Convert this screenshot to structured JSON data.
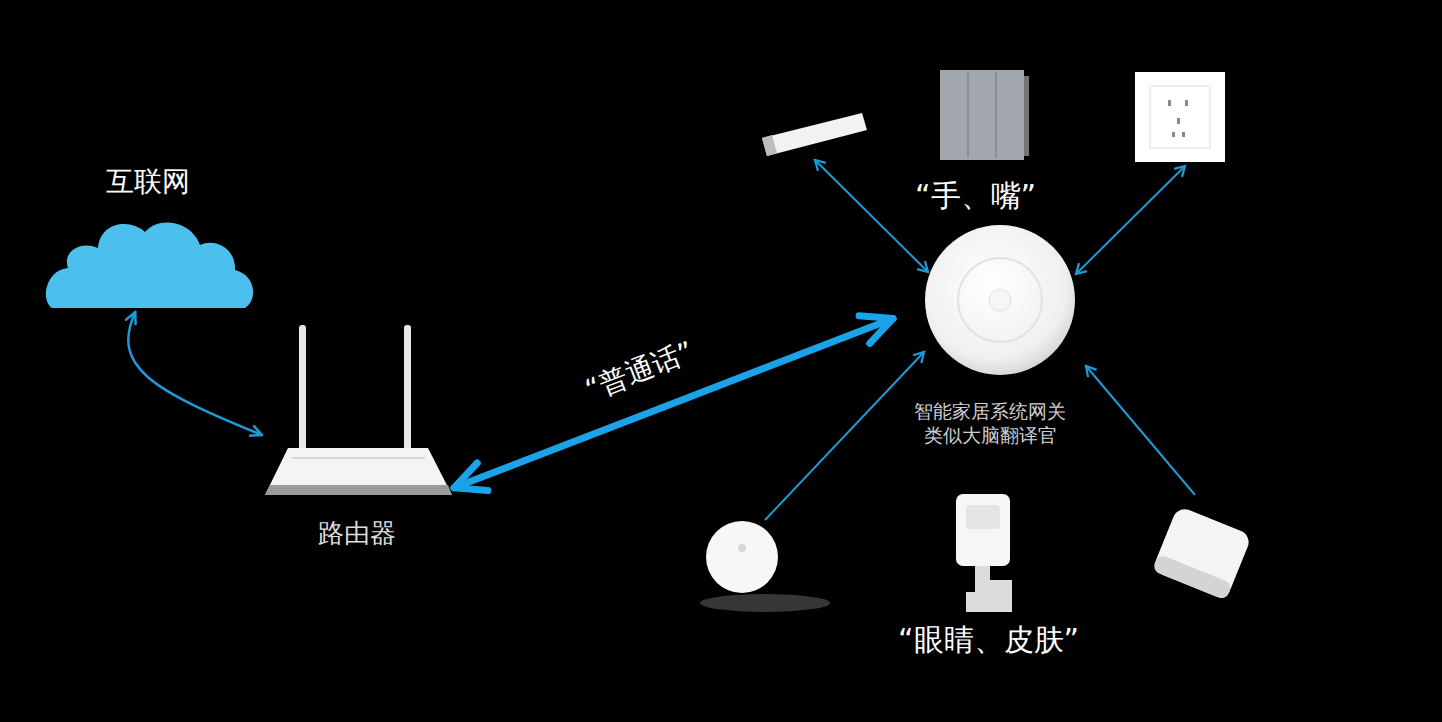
{
  "diagram": {
    "nodes": [
      {
        "text": [
          "互联网"
        ]
      },
      {
        "text": [
          "路由器"
        ]
      },
      {
        "text": [
          "智能家居系统网关 类似大脑翻译官"
        ]
      }
    ],
    "edges": [
      {
        "from": 0,
        "to": 1,
        "arrow": "both"
      },
      {
        "from": 1,
        "to": 2,
        "label": "“普通话”",
        "arrow": "both"
      }
    ],
    "labels": [
      "“手、嘴”",
      "“眼睛、皮肤”"
    ]
  }
}
